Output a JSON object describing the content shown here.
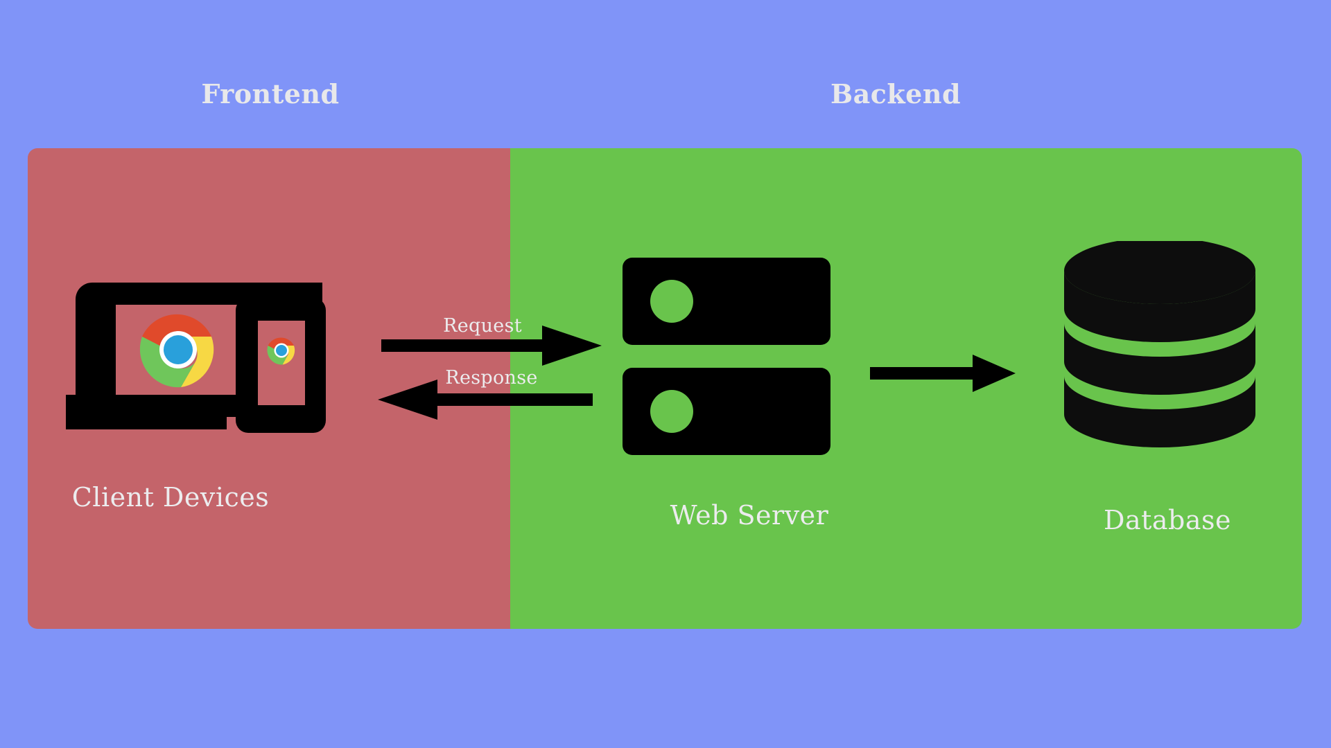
{
  "diagram": {
    "title_frontend": "Frontend",
    "title_backend": "Backend",
    "background_color": "#8094f8",
    "panels": {
      "frontend": {
        "label": "Frontend",
        "color": "#c4646a",
        "node_label": "Client Devices"
      },
      "backend": {
        "label": "Backend",
        "color": "#69c44c",
        "node_labels": [
          "Web Server",
          "Database"
        ]
      }
    },
    "nodes": [
      {
        "id": "client-devices",
        "label": "Client Devices",
        "zone": "frontend",
        "icon": "laptop-and-phone-with-chrome-logo-icon"
      },
      {
        "id": "web-server",
        "label": "Web Server",
        "zone": "backend",
        "icon": "server-rack-icon"
      },
      {
        "id": "database",
        "label": "Database",
        "zone": "backend",
        "icon": "database-cylinder-icon"
      }
    ],
    "arrows": [
      {
        "id": "request",
        "label": "Request",
        "from": "client-devices",
        "to": "web-server",
        "direction": "right"
      },
      {
        "id": "response",
        "label": "Response",
        "from": "web-server",
        "to": "client-devices",
        "direction": "left"
      },
      {
        "id": "server-to-database",
        "label": "",
        "from": "web-server",
        "to": "database",
        "direction": "right"
      }
    ],
    "icon_colors": {
      "device_outline": "#000000",
      "chrome_red": "#e04a2b",
      "chrome_yellow": "#f7d844",
      "chrome_green": "#6fc65b",
      "chrome_blue": "#29a0db",
      "chrome_ring": "#ffffff",
      "arrow": "#000000",
      "label_text": "#ececee"
    }
  }
}
